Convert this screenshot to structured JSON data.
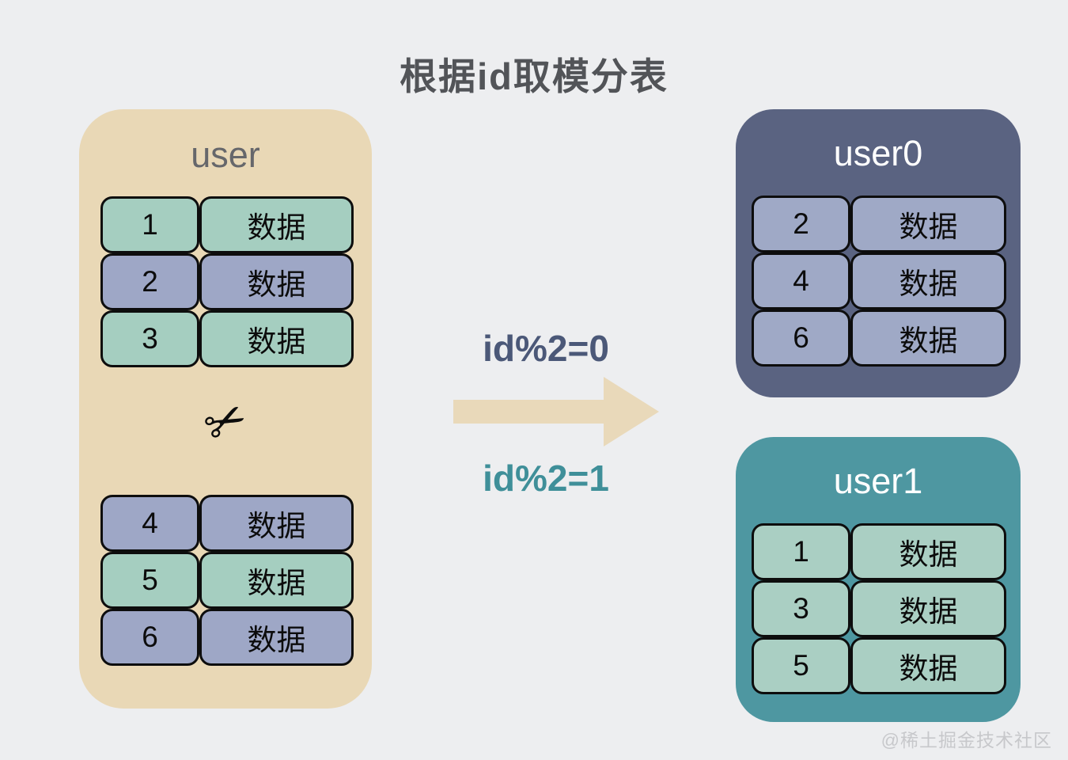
{
  "title": "根据id取模分表",
  "source_table": {
    "name": "user",
    "rows_top": [
      {
        "id": "1",
        "value": "数据"
      },
      {
        "id": "2",
        "value": "数据"
      },
      {
        "id": "3",
        "value": "数据"
      }
    ],
    "rows_bottom": [
      {
        "id": "4",
        "value": "数据"
      },
      {
        "id": "5",
        "value": "数据"
      },
      {
        "id": "6",
        "value": "数据"
      }
    ]
  },
  "split": {
    "even_label": "id%2=0",
    "odd_label": "id%2=1"
  },
  "shards": [
    {
      "name": "user0",
      "rows": [
        {
          "id": "2",
          "value": "数据"
        },
        {
          "id": "4",
          "value": "数据"
        },
        {
          "id": "6",
          "value": "数据"
        }
      ]
    },
    {
      "name": "user1",
      "rows": [
        {
          "id": "1",
          "value": "数据"
        },
        {
          "id": "3",
          "value": "数据"
        },
        {
          "id": "5",
          "value": "数据"
        }
      ]
    }
  ],
  "icons": {
    "scissors": "✂"
  },
  "colors": {
    "page_background": "#edeef0",
    "source_panel": "#e9d8b6",
    "odd_row_cell": "#a5cec0",
    "even_row_cell": "#9ea7c6",
    "shard0_panel": "#5a6381",
    "shard0_cell": "#9fa9c6",
    "shard1_panel": "#4e97a1",
    "shard1_cell": "#aacfc3",
    "even_label_text": "#4b5878",
    "odd_label_text": "#3f8f99",
    "arrow": "#e9d9ba"
  },
  "watermark": "@稀土掘金技术社区"
}
